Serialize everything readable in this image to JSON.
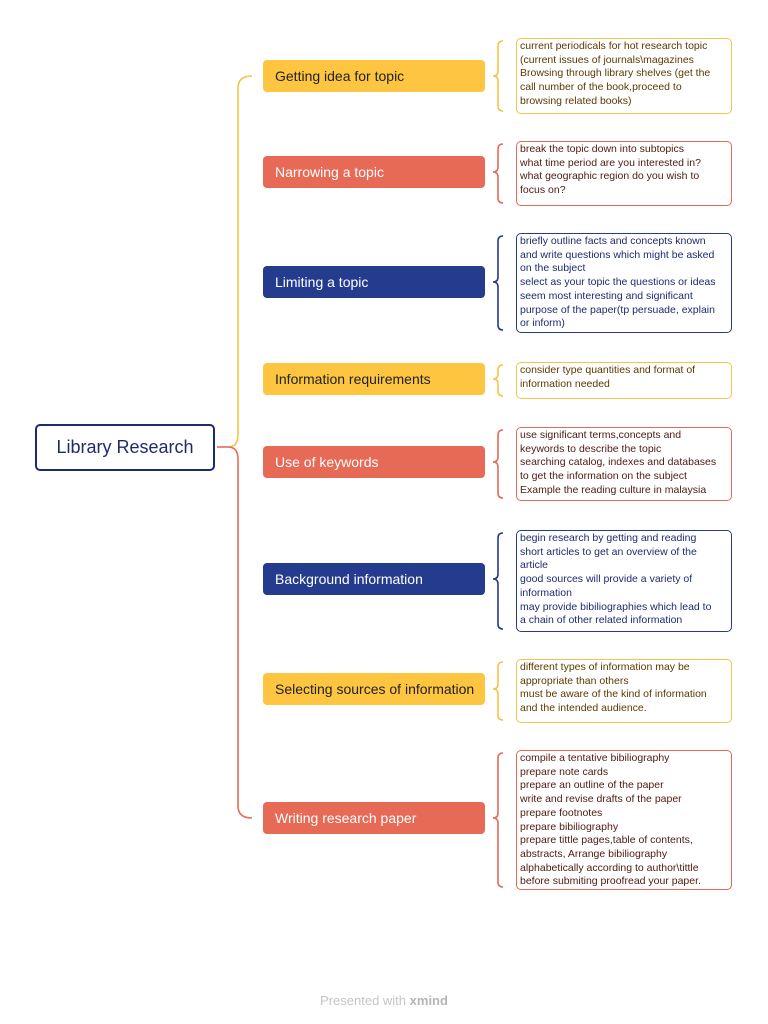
{
  "root": {
    "label": "Library Research"
  },
  "topics": [
    {
      "label": "Getting idea for topic",
      "color": "yellow",
      "notes": [
        "current periodicals for hot research topic",
        "(current issues of journals\\magazines",
        "Browsing through library shelves (get the",
        "call number of the book,proceed to",
        "browsing related books)"
      ]
    },
    {
      "label": "Narrowing a topic",
      "color": "red",
      "notes": [
        "break the topic down into subtopics",
        "what time period are you interested in?",
        "what geographic region do you wish to",
        "focus on?"
      ]
    },
    {
      "label": "Limiting a topic",
      "color": "blue",
      "notes": [
        "briefly outline facts and concepts known",
        "and write questions which might be asked",
        "on the subject",
        "select as your topic the questions or ideas",
        "seem most interesting and significant",
        "purpose of the paper(tp persuade, explain",
        "or inform)"
      ]
    },
    {
      "label": "Information requirements",
      "color": "yellow",
      "notes": [
        "consider type quantities and format of",
        "information needed"
      ]
    },
    {
      "label": "Use of keywords",
      "color": "red",
      "notes": [
        "use significant terms,concepts and",
        "keywords to describe the topic",
        "searching catalog, indexes and databases",
        "to get the information on the subject",
        "Example the reading culture in malaysia"
      ]
    },
    {
      "label": "Background information",
      "color": "blue",
      "notes": [
        "begin research by getting and reading",
        "short articles to get an overview of the",
        "article",
        "good sources will provide a variety of",
        "information",
        "may provide bibiliographies which lead to",
        "a chain of other related information"
      ]
    },
    {
      "label": "Selecting sources of information",
      "color": "yellow",
      "notes": [
        "different types of information may be",
        "appropriate than others",
        "must be aware of the kind of information",
        "and the intended audience."
      ]
    },
    {
      "label": "Writing research paper",
      "color": "red",
      "notes": [
        "compile a tentative bibiliography",
        "prepare note cards",
        "prepare an outline of the paper",
        "write and revise drafts of the paper",
        "prepare footnotes",
        "prepare bibiliography",
        "prepare tittle pages,table of contents,",
        "abstracts, Arrange bibiliography",
        "alphabetically according to author\\tittle",
        "before submiting proofread your paper."
      ]
    }
  ],
  "footer": {
    "prefix": "Presented with",
    "brand": "xmind"
  },
  "colors": {
    "yellow": "#fec540",
    "red": "#e76a57",
    "blue": "#243b8e",
    "root": "#1d2b6e"
  }
}
